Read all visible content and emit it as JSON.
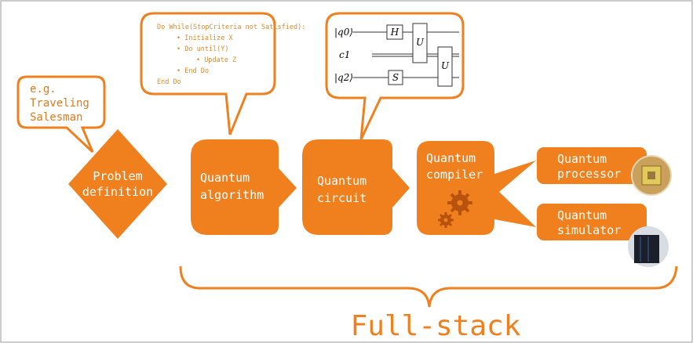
{
  "colors": {
    "accent": "#f07f1e",
    "gear": "#b8520f"
  },
  "example_bubble": {
    "lines": [
      "e.g.",
      "Traveling",
      "Salesman"
    ]
  },
  "problem": {
    "lines": [
      "Problem",
      "definition"
    ]
  },
  "algorithm": {
    "lines": [
      "Quantum",
      "algorithm"
    ]
  },
  "code_bubble": {
    "lines": [
      "Do While(StopCriteria not Satisfied):",
      "• Initialize X",
      "• Do until(Y)",
      "• Update Z",
      "• End Do",
      "End Do"
    ]
  },
  "circuit": {
    "lines": [
      "Quantum",
      "circuit"
    ]
  },
  "circuit_bubble": {
    "q0": "|q0⟩",
    "c1": "c1",
    "q2": "|q2⟩",
    "H": "H",
    "S": "S",
    "U1": "U",
    "U2": "U"
  },
  "compiler": {
    "lines": [
      "Quantum",
      "compiler"
    ],
    "icon": "gears-icon"
  },
  "processor": {
    "lines": [
      "Quantum",
      "processor"
    ],
    "icon": "chip-photo"
  },
  "simulator": {
    "lines": [
      "Quantum",
      "simulator"
    ],
    "icon": "supercomputer-photo"
  },
  "footer": {
    "label": "Full-stack"
  }
}
